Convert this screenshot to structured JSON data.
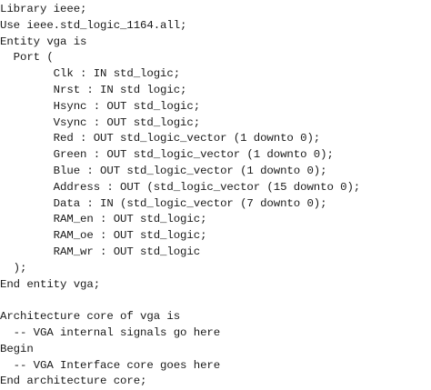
{
  "code_lines": [
    "Library ieee;",
    "Use ieee.std_logic_1164.all;",
    "Entity vga is",
    "  Port (",
    "        Clk : IN std_logic;",
    "        Nrst : IN std logic;",
    "        Hsync : OUT std_logic;",
    "        Vsync : OUT std_logic;",
    "        Red : OUT std_logic_vector (1 downto 0);",
    "        Green : OUT std_logic_vector (1 downto 0);",
    "        Blue : OUT std_logic_vector (1 downto 0);",
    "        Address : OUT (std_logic_vector (15 downto 0);",
    "        Data : IN (std_logic_vector (7 downto 0);",
    "        RAM_en : OUT std_logic;",
    "        RAM_oe : OUT std_logic;",
    "        RAM_wr : OUT std_logic",
    "  );",
    "End entity vga;",
    "",
    "Architecture core of vga is",
    "  -- VGA internal signals go here",
    "Begin",
    "  -- VGA Interface core goes here",
    "End architecture core;"
  ]
}
